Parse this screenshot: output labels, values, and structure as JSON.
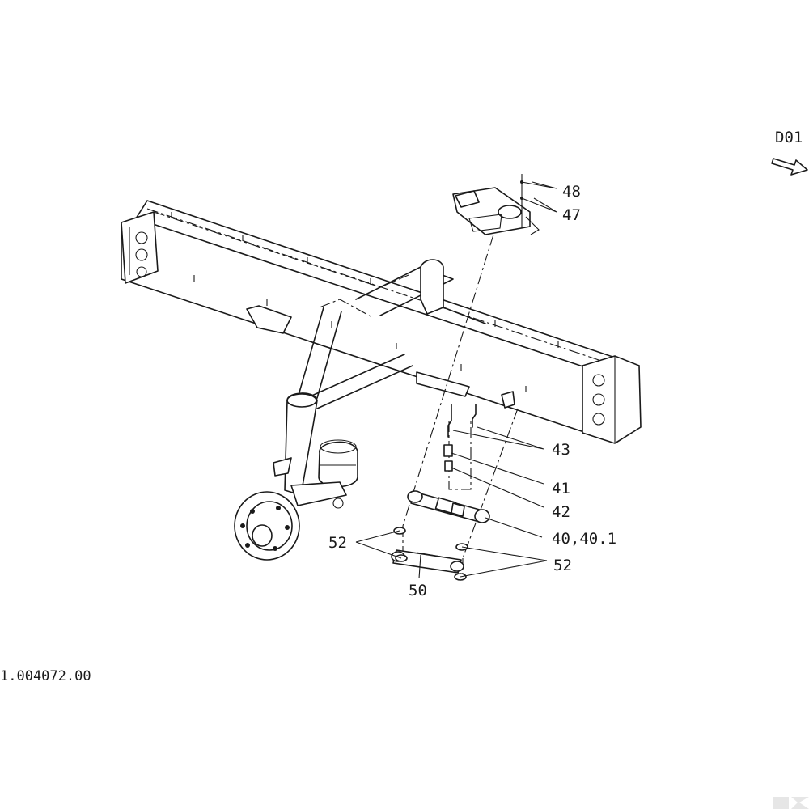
{
  "callouts": {
    "c48": "48",
    "c47": "47",
    "c43": "43",
    "c41": "41",
    "c42": "42",
    "c40": "40,40.1",
    "c52_left": "52",
    "c52_right": "52",
    "c50": "50"
  },
  "view_reference": "D01",
  "drawing_number": "1.004072.00",
  "icons": {
    "view_arrow": "view-direction-arrow-icon",
    "logo": "brand-logo-icon"
  },
  "colors": {
    "line": "#1a1a1a",
    "background": "#ffffff",
    "logo": "#e6e6e6"
  }
}
